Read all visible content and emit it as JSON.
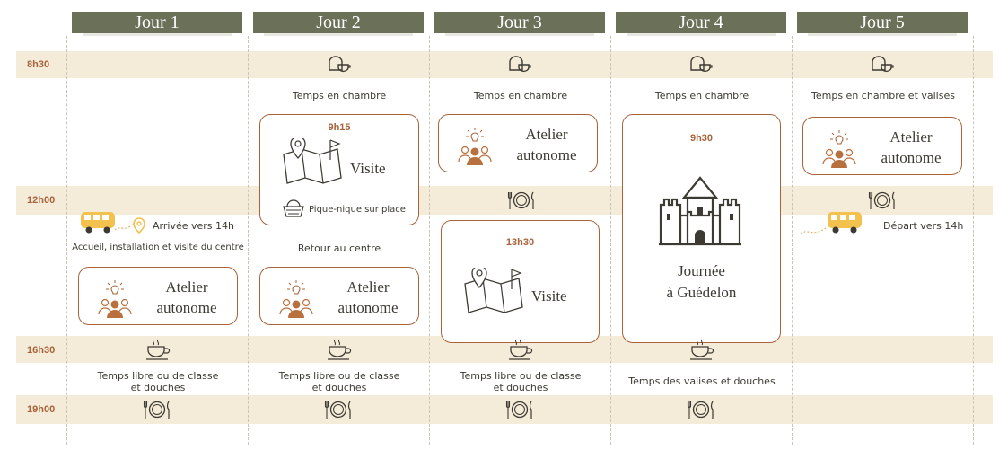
{
  "days": [
    "Jour 1",
    "Jour 2",
    "Jour 3",
    "Jour 4",
    "Jour 5"
  ],
  "times": {
    "t1": "8h30",
    "t2": "12h00",
    "t3": "16h30",
    "t4": "19h00"
  },
  "rows": {
    "room": {
      "d2": "Temps en chambre",
      "d3": "Temps en chambre",
      "d4": "Temps en chambre",
      "d5": "Temps en chambre et valises"
    },
    "free": {
      "d1": "Temps libre ou de classe\net douches",
      "d2": "Temps libre ou de classe\net douches",
      "d3": "Temps libre ou de classe\net douches",
      "d4": "Temps des valises et douches"
    }
  },
  "day1": {
    "arrival": "Arrivée vers 14h",
    "welcome": "Accueil, installation et visite du centre"
  },
  "day2": {
    "visit_time": "9h15",
    "picnic": "Pique-nique sur place",
    "return": "Retour au centre"
  },
  "day3": {
    "visit_time": "13h30"
  },
  "day4": {
    "time": "9h30",
    "title_line1": "Journée",
    "title_line2": "à Guédelon"
  },
  "day5": {
    "departure": "Départ vers 14h"
  },
  "labels": {
    "visit": "Visite",
    "atelier_line1": "Atelier",
    "atelier_line2": "autonome"
  },
  "colors": {
    "header": "#6b7058",
    "band": "#f4ecd8",
    "accent": "#a8633a",
    "bus": "#f2c14e",
    "person": "#b9703f"
  }
}
